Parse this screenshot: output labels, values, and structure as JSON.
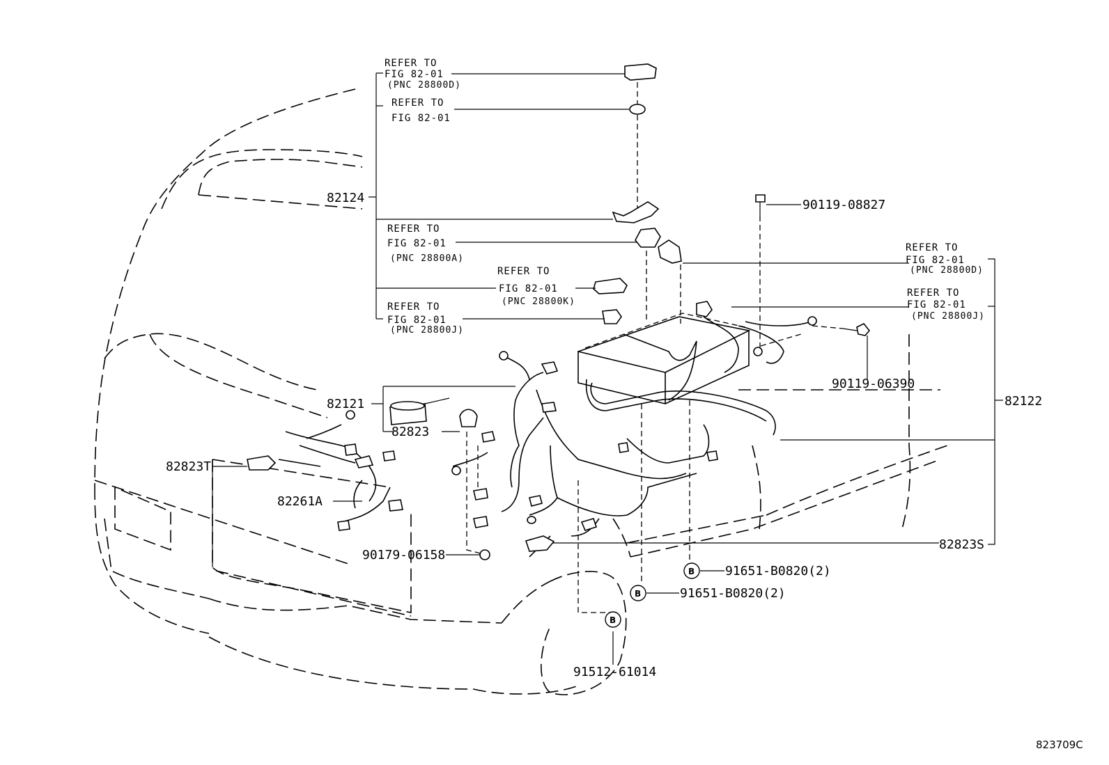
{
  "diagram_id": "823709C",
  "part_numbers": {
    "p82124": "82124",
    "p82121": "82121",
    "p82823": "82823",
    "p82823T": "82823T",
    "p82261A": "82261A",
    "p90179": "90179-06158",
    "p90119a": "90119-08827",
    "p90119b": "90119-06390",
    "p82122": "82122",
    "p82823S": "82823S",
    "p91651a": "91651-B0820(2)",
    "p91651b": "91651-B0820(2)",
    "p91512": "91512-61014"
  },
  "refer_notes": {
    "r1": {
      "line1": "REFER TO",
      "line2": "FIG 82-01",
      "line3": "(PNC 28800D)"
    },
    "r2": {
      "line1": "REFER TO",
      "line2": "FIG 82-01"
    },
    "r3": {
      "line1": "REFER TO",
      "line2": "FIG 82-01",
      "line3": "(PNC 28800A)"
    },
    "r4": {
      "line1": "REFER TO",
      "line2": "FIG 82-01",
      "line3": "(PNC 28800K)"
    },
    "r5": {
      "line1": "REFER TO",
      "line2": "FIG 82-01",
      "line3": "(PNC 28800J)"
    },
    "r6": {
      "line1": "REFER TO",
      "line2": "FIG 82-01",
      "line3": "(PNC 28800D)"
    },
    "r7": {
      "line1": "REFER TO",
      "line2": "FIG 82-01",
      "line3": "(PNC 28800J)"
    }
  },
  "markers": {
    "b": "B"
  }
}
